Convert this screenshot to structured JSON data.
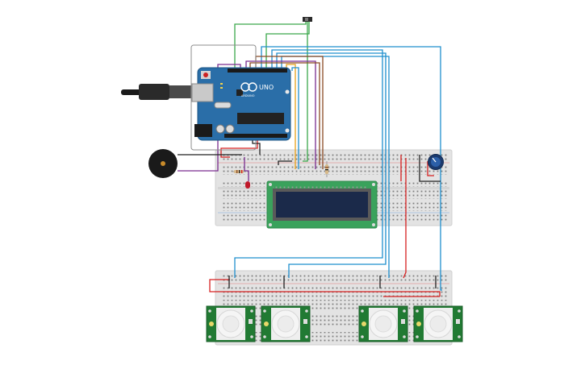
{
  "arduino": {
    "brand": "ARDUINO",
    "model": "UNO"
  },
  "colors": {
    "board": "#2a6ea8",
    "breadboard": "#e3e3e3",
    "lcd_pcb": "#3aa25c",
    "lcd_screen": "#1b2a4a",
    "pir_pcb": "#217a33",
    "wire_red": "#d62020",
    "wire_black": "#222222",
    "wire_blue": "#1f8fce",
    "wire_green": "#3aa84a",
    "wire_purple": "#7a2c8f",
    "wire_orange": "#e7a21a",
    "wire_brown": "#8a4a24"
  },
  "components": [
    "arduino-uno",
    "usb-cable",
    "piezo-buzzer",
    "slide-switch",
    "breadboard-top",
    "breadboard-bottom",
    "lcd-16x2",
    "potentiometer",
    "led-red",
    "resistor-1",
    "resistor-2",
    "pir-sensor-1",
    "pir-sensor-2",
    "pir-sensor-3",
    "pir-sensor-4"
  ]
}
